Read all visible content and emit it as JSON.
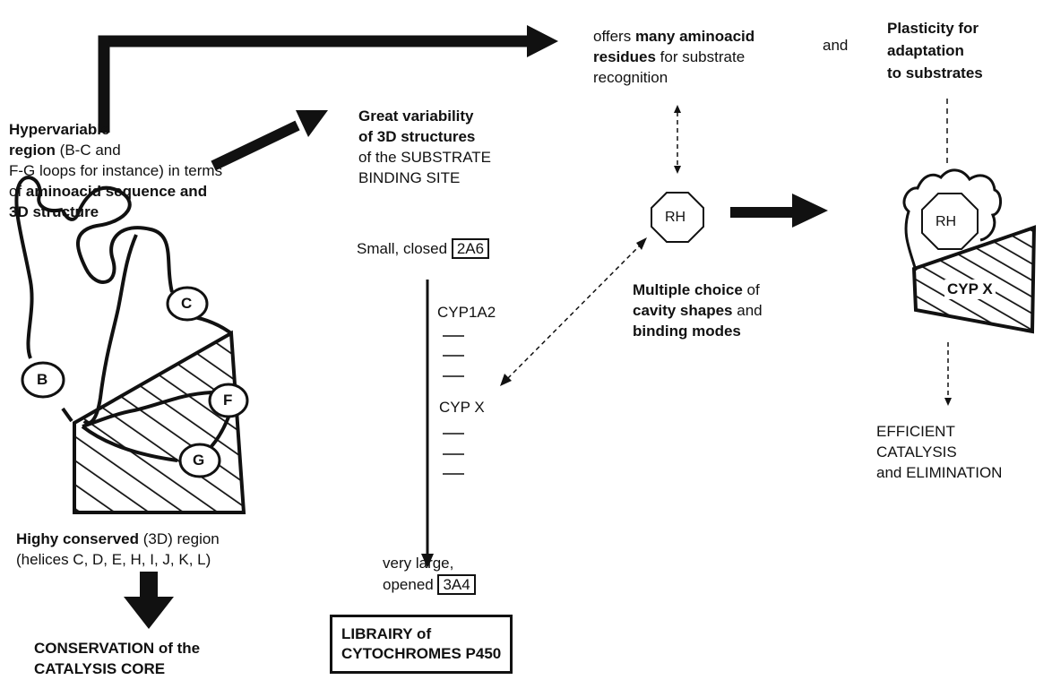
{
  "hypervariable": {
    "line1": "Hypervariable",
    "line2_bold": "region",
    "line2_rest": " (B-C and",
    "line3": "F-G loops for instance) in terms",
    "line4_prefix": "of ",
    "line4_bold": "aminoacid sequence and",
    "line5": "3D structure"
  },
  "loop_labels": {
    "b": "B",
    "c": "C",
    "f": "F",
    "g": "G"
  },
  "conserved": {
    "bold": "Highy conserved",
    "rest": " (3D) region",
    "line2": "(helices C, D, E, H, I, J, K, L)"
  },
  "conservation": {
    "line1": "CONSERVATION of the",
    "line2": "CATALYSIS CORE"
  },
  "variability": {
    "line1": "Great variability",
    "line2": "of 3D structures",
    "line3": "of the SUBSTRATE",
    "line4": "BINDING SITE"
  },
  "small": {
    "text": "Small, closed ",
    "box": "2A6"
  },
  "scale": {
    "top": "CYP1A2",
    "mid": "CYP X"
  },
  "large": {
    "line1": "very large,",
    "line2": "opened ",
    "box": "3A4"
  },
  "library": {
    "line1": "LIBRAIRY of",
    "line2": "CYTOCHROMES P450"
  },
  "offers": {
    "prefix": "offers ",
    "bold1": "many aminoacid",
    "bold2": "residues",
    "rest2": " for substrate",
    "line3": "recognition"
  },
  "and_word": "and",
  "plasticity": {
    "line1": "Plasticity for",
    "line2": "adaptation",
    "line3": "to substrates"
  },
  "rh_label": "RH",
  "multiple": {
    "bold1": "Multiple choice",
    "rest1": " of",
    "bold2": "cavity shapes",
    "rest2": " and",
    "bold3": "binding modes"
  },
  "cypx_label": "CYP X",
  "efficient": {
    "line1": "EFFICIENT",
    "line2": "CATALYSIS",
    "line3": "and ELIMINATION"
  }
}
